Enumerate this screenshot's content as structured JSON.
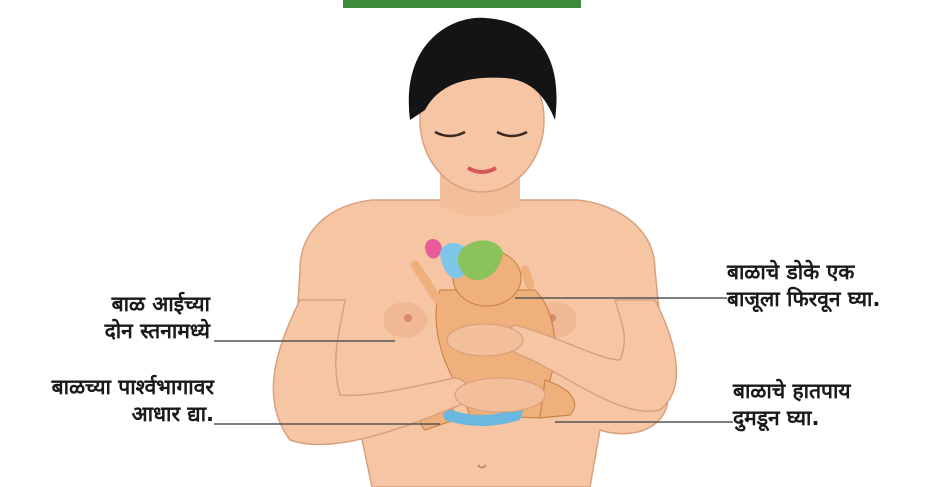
{
  "labels": {
    "between_breasts": {
      "line1": "बाळ आईच्या",
      "line2": "दोन स्तनामध्ये"
    },
    "support_back": {
      "line1": "बाळच्या पार्श्वभागावर",
      "line2": "आधार द्या."
    },
    "head_turned": {
      "line1": "बाळाचे डोके एक",
      "line2": "बाजूला फिरवून घ्या."
    },
    "limbs_folded": {
      "line1": "बाळाचे हातपाय",
      "line2": "दुमडून घ्या."
    }
  },
  "colors": {
    "skin": "#f6c6a4",
    "skin_shadow": "#e9a985",
    "hair": "#141414",
    "baby_skin": "#f0b07c",
    "hat_pink": "#e85c9a",
    "hat_blue": "#7fc7e8",
    "hat_green": "#8cc25a",
    "diaper": "#6ab8e0",
    "header_green": "#3d8a3a",
    "leader_line": "#555555"
  }
}
